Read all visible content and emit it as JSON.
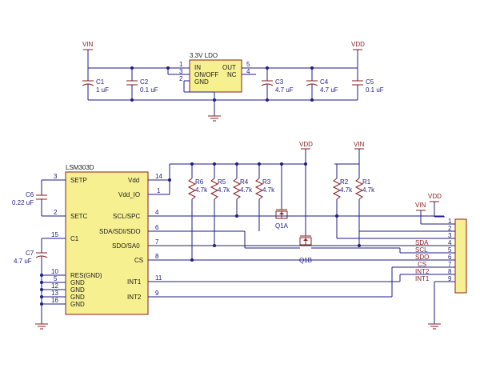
{
  "power": {
    "vin": "VIN",
    "vdd": "VDD"
  },
  "ldo": {
    "name": "3.3V LDO",
    "pins": [
      "1",
      "3",
      "2",
      "5",
      "4"
    ],
    "labels": [
      "IN",
      "ON/OFF",
      "GND",
      "OUT",
      "NC"
    ]
  },
  "top_caps": [
    {
      "ref": "C1",
      "value": "1 uF"
    },
    {
      "ref": "C2",
      "value": "0.1 uF"
    },
    {
      "ref": "C3",
      "value": "4.7 uF"
    },
    {
      "ref": "C4",
      "value": "4.7 uF"
    },
    {
      "ref": "C5",
      "value": "0.1 uF"
    }
  ],
  "ic": {
    "name": "LSM303D",
    "left_pins": [
      {
        "num": "3",
        "label": "SETP"
      },
      {
        "num": "2",
        "label": "SETC"
      },
      {
        "num": "15",
        "label": "C1"
      },
      {
        "num": "10",
        "label": "RES(GND)"
      },
      {
        "num": "5",
        "label": "GND"
      },
      {
        "num": "12",
        "label": "GND"
      },
      {
        "num": "13",
        "label": "GND"
      },
      {
        "num": "16",
        "label": "GND"
      }
    ],
    "right_pins": [
      {
        "num": "14",
        "label": "Vdd"
      },
      {
        "num": "1",
        "label": "Vdd_IO"
      },
      {
        "num": "4",
        "label": "SCL/SPC"
      },
      {
        "num": "6",
        "label": "SDA/SDI/SDO"
      },
      {
        "num": "7",
        "label": "SDO/SA0"
      },
      {
        "num": "8",
        "label": "CS"
      },
      {
        "num": "11",
        "label": "INT1"
      },
      {
        "num": "9",
        "label": "INT2"
      }
    ]
  },
  "side_caps": [
    {
      "ref": "C6",
      "value": "0.22 uF"
    },
    {
      "ref": "C7",
      "value": "4.7 uF"
    }
  ],
  "resistors": [
    {
      "ref": "R6",
      "value": "4.7k"
    },
    {
      "ref": "R5",
      "value": "4.7k"
    },
    {
      "ref": "R4",
      "value": "4.7k"
    },
    {
      "ref": "R3",
      "value": "4.7k"
    },
    {
      "ref": "R2",
      "value": "4.7k"
    },
    {
      "ref": "R1",
      "value": "4.7k"
    }
  ],
  "fets": [
    "Q1A",
    "Q1B"
  ],
  "header": {
    "pins": [
      "1",
      "2",
      "3",
      "4",
      "5",
      "6",
      "7",
      "8",
      "9"
    ],
    "signals": [
      "SDA",
      "SCL",
      "SDO",
      "CS",
      "INT2",
      "INT1"
    ]
  }
}
